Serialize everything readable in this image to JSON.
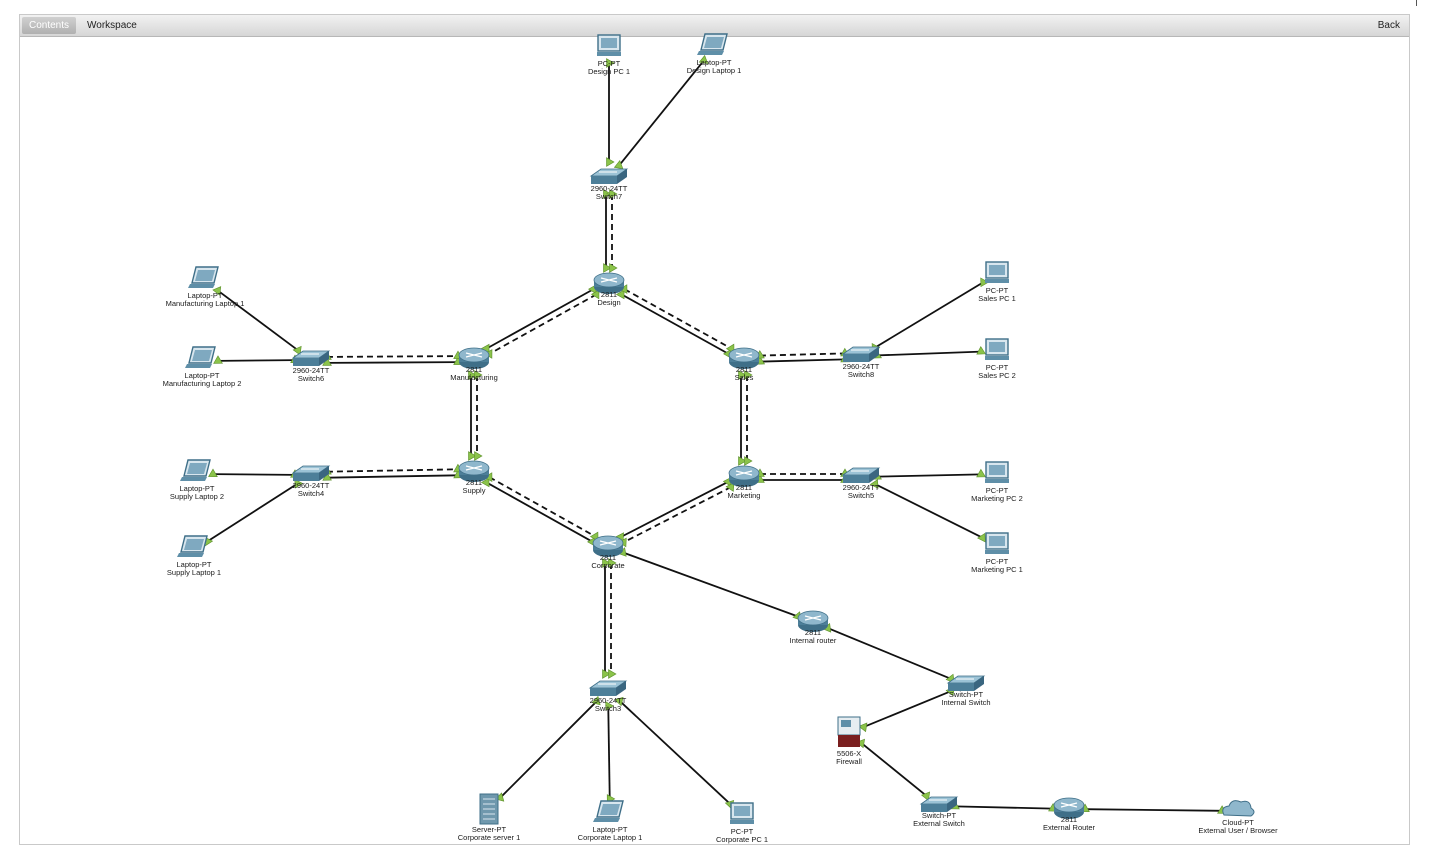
{
  "toolbar": {
    "contents_label": "Contents",
    "workspace_label": "Workspace",
    "back_label": "Back"
  },
  "colors": {
    "link": "#111111",
    "port": "#8bc34a",
    "device": "#5f8fa8",
    "firewall_base": "#7a1f1f"
  },
  "devices": [
    {
      "id": "design-pc-1",
      "icon": "pc-icon",
      "model": "PC-PT",
      "name": "Design PC 1"
    },
    {
      "id": "design-laptop-1",
      "icon": "laptop-icon",
      "model": "Laptop-PT",
      "name": "Design Laptop 1"
    },
    {
      "id": "switch7",
      "icon": "switch-icon",
      "model": "2960-24TT",
      "name": "Switch7"
    },
    {
      "id": "router-design",
      "icon": "router-icon",
      "model": "2811",
      "name": "Design"
    },
    {
      "id": "router-manufacturing",
      "icon": "router-icon",
      "model": "2811",
      "name": "Manufacturing"
    },
    {
      "id": "router-sales",
      "icon": "router-icon",
      "model": "2811",
      "name": "Sales"
    },
    {
      "id": "router-supply",
      "icon": "router-icon",
      "model": "2811",
      "name": "Supply"
    },
    {
      "id": "router-marketing",
      "icon": "router-icon",
      "model": "2811",
      "name": "Marketing"
    },
    {
      "id": "router-corporate",
      "icon": "router-icon",
      "model": "2811",
      "name": "Corporate"
    },
    {
      "id": "switch6",
      "icon": "switch-icon",
      "model": "2960-24TT",
      "name": "Switch6"
    },
    {
      "id": "switch8",
      "icon": "switch-icon",
      "model": "2960-24TT",
      "name": "Switch8"
    },
    {
      "id": "switch4",
      "icon": "switch-icon",
      "model": "2960-24TT",
      "name": "Switch4"
    },
    {
      "id": "switch5",
      "icon": "switch-icon",
      "model": "2960-24TT",
      "name": "Switch5"
    },
    {
      "id": "switch3",
      "icon": "switch-icon",
      "model": "2960-24TT",
      "name": "Switch3"
    },
    {
      "id": "mfg-laptop-1",
      "icon": "laptop-icon",
      "model": "Laptop-PT",
      "name": "Manufacturing Laptop 1"
    },
    {
      "id": "mfg-laptop-2",
      "icon": "laptop-icon",
      "model": "Laptop-PT",
      "name": "Manufacturing Laptop 2"
    },
    {
      "id": "sales-pc-1",
      "icon": "pc-icon",
      "model": "PC-PT",
      "name": "Sales PC 1"
    },
    {
      "id": "sales-pc-2",
      "icon": "pc-icon",
      "model": "PC-PT",
      "name": "Sales PC 2"
    },
    {
      "id": "supply-laptop-2",
      "icon": "laptop-icon",
      "model": "Laptop-PT",
      "name": "Supply Laptop 2"
    },
    {
      "id": "supply-laptop-1",
      "icon": "laptop-icon",
      "model": "Laptop-PT",
      "name": "Supply Laptop 1"
    },
    {
      "id": "marketing-pc-2",
      "icon": "pc-icon",
      "model": "PC-PT",
      "name": "Marketing PC 2"
    },
    {
      "id": "marketing-pc-1",
      "icon": "pc-icon",
      "model": "PC-PT",
      "name": "Marketing PC 1"
    },
    {
      "id": "internal-router",
      "icon": "router-icon",
      "model": "2811",
      "name": "Internal router"
    },
    {
      "id": "internal-switch",
      "icon": "switch-pt-icon",
      "model": "Switch-PT",
      "name": "Internal Switch"
    },
    {
      "id": "firewall",
      "icon": "firewall-icon",
      "model": "5506-X",
      "name": "Firewall"
    },
    {
      "id": "external-switch",
      "icon": "switch-pt-icon",
      "model": "Switch-PT",
      "name": "External Switch"
    },
    {
      "id": "external-router",
      "icon": "router-icon",
      "model": "2811",
      "name": "External Router"
    },
    {
      "id": "cloud",
      "icon": "cloud-icon",
      "model": "Cloud-PT",
      "name": "External User / Browser"
    },
    {
      "id": "corporate-server-1",
      "icon": "server-icon",
      "model": "Server-PT",
      "name": "Corporate server 1"
    },
    {
      "id": "corporate-laptop-1",
      "icon": "laptop-icon",
      "model": "Laptop-PT",
      "name": "Corporate Laptop 1"
    },
    {
      "id": "corporate-pc-1",
      "icon": "pc-icon",
      "model": "PC-PT",
      "name": "Corporate PC 1"
    }
  ],
  "links": [
    {
      "from": "design-pc-1",
      "to": "switch7",
      "style": "solid"
    },
    {
      "from": "design-laptop-1",
      "to": "switch7",
      "style": "solid"
    },
    {
      "from": "switch7",
      "to": "router-design",
      "style": "double"
    },
    {
      "from": "router-design",
      "to": "router-manufacturing",
      "style": "double"
    },
    {
      "from": "router-design",
      "to": "router-sales",
      "style": "double"
    },
    {
      "from": "router-manufacturing",
      "to": "router-supply",
      "style": "double"
    },
    {
      "from": "router-sales",
      "to": "router-marketing",
      "style": "double"
    },
    {
      "from": "router-supply",
      "to": "router-corporate",
      "style": "double"
    },
    {
      "from": "router-marketing",
      "to": "router-corporate",
      "style": "double"
    },
    {
      "from": "switch6",
      "to": "router-manufacturing",
      "style": "double"
    },
    {
      "from": "mfg-laptop-1",
      "to": "switch6",
      "style": "solid"
    },
    {
      "from": "mfg-laptop-2",
      "to": "switch6",
      "style": "solid"
    },
    {
      "from": "router-sales",
      "to": "switch8",
      "style": "double"
    },
    {
      "from": "switch8",
      "to": "sales-pc-1",
      "style": "solid"
    },
    {
      "from": "switch8",
      "to": "sales-pc-2",
      "style": "solid"
    },
    {
      "from": "switch4",
      "to": "router-supply",
      "style": "double"
    },
    {
      "from": "supply-laptop-2",
      "to": "switch4",
      "style": "solid"
    },
    {
      "from": "supply-laptop-1",
      "to": "switch4",
      "style": "solid"
    },
    {
      "from": "router-marketing",
      "to": "switch5",
      "style": "double"
    },
    {
      "from": "switch5",
      "to": "marketing-pc-2",
      "style": "solid"
    },
    {
      "from": "switch5",
      "to": "marketing-pc-1",
      "style": "solid"
    },
    {
      "from": "router-corporate",
      "to": "switch3",
      "style": "double"
    },
    {
      "from": "switch3",
      "to": "corporate-server-1",
      "style": "solid"
    },
    {
      "from": "switch3",
      "to": "corporate-laptop-1",
      "style": "solid"
    },
    {
      "from": "switch3",
      "to": "corporate-pc-1",
      "style": "solid"
    },
    {
      "from": "router-corporate",
      "to": "internal-router",
      "style": "solid"
    },
    {
      "from": "internal-router",
      "to": "internal-switch",
      "style": "solid"
    },
    {
      "from": "internal-switch",
      "to": "firewall",
      "style": "solid"
    },
    {
      "from": "firewall",
      "to": "external-switch",
      "style": "solid"
    },
    {
      "from": "external-switch",
      "to": "external-router",
      "style": "solid"
    },
    {
      "from": "external-router",
      "to": "cloud",
      "style": "solid"
    }
  ]
}
